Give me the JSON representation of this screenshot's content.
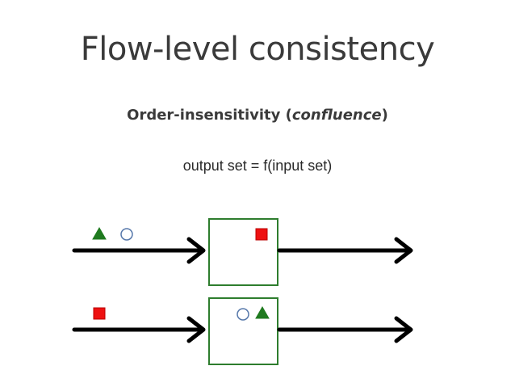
{
  "slide": {
    "title": "Flow-level consistency",
    "subtitle_main": "Order-insensitivity (",
    "subtitle_emphasis": "confluence",
    "subtitle_close": ")",
    "formula": "output set = f(input set)"
  },
  "diagram": {
    "colors": {
      "triangle": "#1f7a1f",
      "square": "#ee1111",
      "circle_stroke": "#5577aa",
      "box_border": "#2e7d2e",
      "arrow": "#000000"
    },
    "rows": [
      {
        "inputs": [
          "triangle",
          "circle"
        ],
        "box_contents": [
          "square"
        ]
      },
      {
        "inputs": [
          "square"
        ],
        "box_contents": [
          "circle",
          "triangle"
        ]
      }
    ]
  }
}
